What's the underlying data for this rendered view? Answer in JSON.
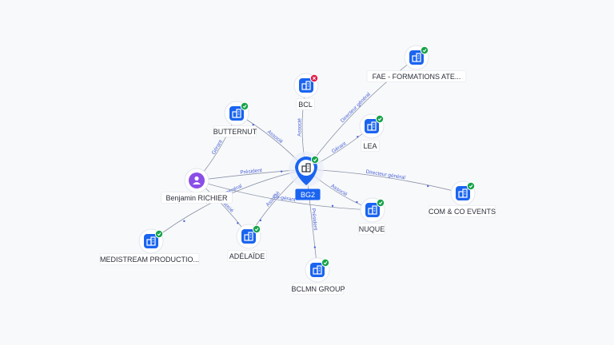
{
  "graph": {
    "center": {
      "label": "BG2",
      "icon": "building-icon",
      "status": "active"
    },
    "nodes": [
      {
        "id": "bcl",
        "label": "BCL",
        "type": "company",
        "status": "closed"
      },
      {
        "id": "fae",
        "label": "FAE - FORMATIONS ATE...",
        "type": "company",
        "status": "active"
      },
      {
        "id": "butternut",
        "label": "BUTTERNUT",
        "type": "company",
        "status": "active"
      },
      {
        "id": "lea",
        "label": "LEA",
        "type": "company",
        "status": "active"
      },
      {
        "id": "richier",
        "label": "Benjamin RICHIER",
        "type": "person",
        "status": "none"
      },
      {
        "id": "comco",
        "label": "COM & CO EVENTS",
        "type": "company",
        "status": "active"
      },
      {
        "id": "nuque",
        "label": "NUQUE",
        "type": "company",
        "status": "active"
      },
      {
        "id": "medistream",
        "label": "MEDISTREAM PRODUCTIO...",
        "type": "company",
        "status": "active"
      },
      {
        "id": "adelaide",
        "label": "ADÉLAÏDE",
        "type": "company",
        "status": "active"
      },
      {
        "id": "bclmn",
        "label": "BCLMN GROUP",
        "type": "company",
        "status": "active"
      }
    ],
    "edges": [
      {
        "from": "center",
        "to": "bcl",
        "label": "Associé"
      },
      {
        "from": "center",
        "to": "butternut",
        "label": "Associé"
      },
      {
        "from": "center",
        "to": "fae",
        "label": "Directeur général"
      },
      {
        "from": "center",
        "to": "lea",
        "label": "Gérant"
      },
      {
        "from": "center",
        "to": "comco",
        "label": "Directeur général"
      },
      {
        "from": "center",
        "to": "nuque",
        "label": "Associé"
      },
      {
        "from": "center",
        "to": "bclmn",
        "label": "Président"
      },
      {
        "from": "center",
        "to": "adelaide",
        "label": "Associé"
      },
      {
        "from": "center",
        "to": "medistream",
        "label": "Directeur général"
      },
      {
        "from": "richier",
        "to": "center",
        "label": "Président"
      },
      {
        "from": "richier",
        "to": "butternut",
        "label": "Gérant"
      },
      {
        "from": "richier",
        "to": "nuque",
        "label": "Co-gérant"
      },
      {
        "from": "richier",
        "to": "adelaide",
        "label": "Associé"
      }
    ],
    "colors": {
      "company": "#1a64f0",
      "person": "#8a4fe6",
      "active": "#17a34a",
      "closed": "#e11d48"
    }
  }
}
